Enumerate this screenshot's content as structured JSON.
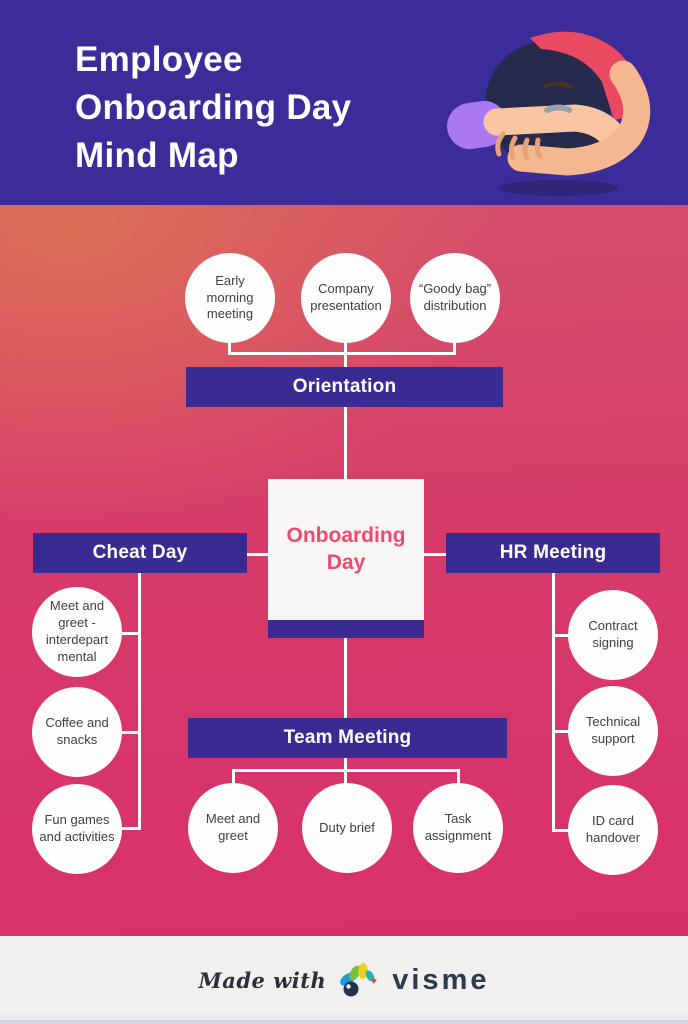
{
  "header": {
    "title_lines": [
      "Employee",
      "Onboarding Day",
      "Mind Map"
    ],
    "illustration": "person-head-down-hugging-knees"
  },
  "mindmap": {
    "center": {
      "label": "Onboarding Day"
    },
    "branches": {
      "orientation": {
        "label": "Orientation",
        "items": [
          "Early morning meeting",
          "Company presentation",
          "“Goody bag” distribution"
        ]
      },
      "cheat_day": {
        "label": "Cheat Day",
        "items": [
          "Meet and greet - interdepart mental",
          "Coffee and snacks",
          "Fun games and activities"
        ]
      },
      "hr_meeting": {
        "label": "HR Meeting",
        "items": [
          "Contract signing",
          "Technical support",
          "ID card handover"
        ]
      },
      "team_meeting": {
        "label": "Team Meeting",
        "items": [
          "Meet and greet",
          "Duty brief",
          "Task assignment"
        ]
      }
    }
  },
  "footer": {
    "made_with": "Made with",
    "brand": "visme"
  },
  "colors": {
    "header_purple": "#3b2c99",
    "bar_purple": "#3a2b92",
    "gradient_top": "#df7355",
    "gradient_bottom": "#d8306b",
    "center_text": "#ef4a6e",
    "node_fill": "#fdfdfd",
    "node_text": "#3f4043",
    "connector": "#ffffff"
  }
}
